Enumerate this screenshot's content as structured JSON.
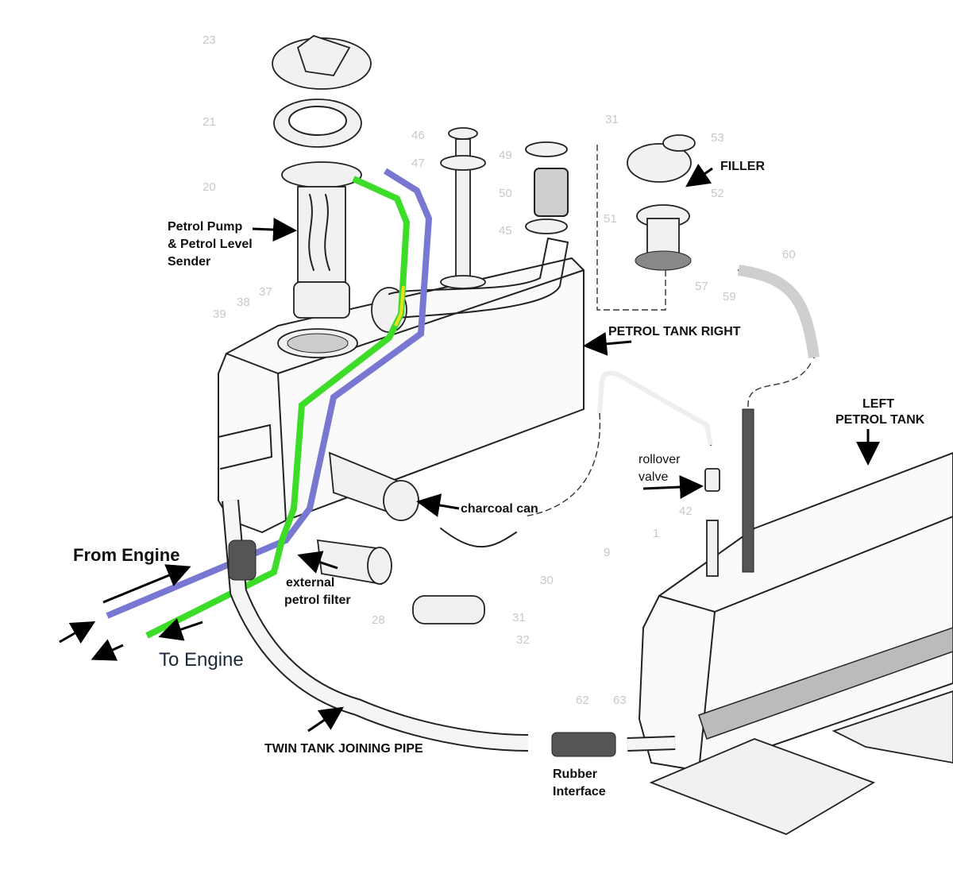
{
  "diagram": {
    "title": "Twin petrol tank fuel system",
    "labels": {
      "pump_line1": "Petrol Pump",
      "pump_line2": "& Petrol Level",
      "pump_line3": "Sender",
      "filler": "FILLER",
      "tank_right": "PETROL TANK RIGHT",
      "tank_left_line1": "LEFT",
      "tank_left_line2": "PETROL TANK",
      "rollover_line1": "rollover",
      "rollover_line2": "valve",
      "charcoal": "charcoal can",
      "from_engine": "From Engine",
      "filter_line1": "external",
      "filter_line2": "petrol filter",
      "to_engine": "To Engine",
      "joining_pipe": "TWIN TANK JOINING PIPE",
      "rubber_line1": "Rubber",
      "rubber_line2": "Interface"
    },
    "part_numbers": [
      "23",
      "21",
      "20",
      "46",
      "47",
      "49",
      "50",
      "45",
      "31",
      "53",
      "52",
      "51",
      "57",
      "59",
      "60",
      "39",
      "38",
      "37",
      "28",
      "30",
      "31",
      "32",
      "62",
      "63",
      "9",
      "42",
      "1"
    ],
    "colors": {
      "feed_line": "#3cdc28",
      "return_line": "#7878d2",
      "highlight": "#e8e020"
    }
  }
}
